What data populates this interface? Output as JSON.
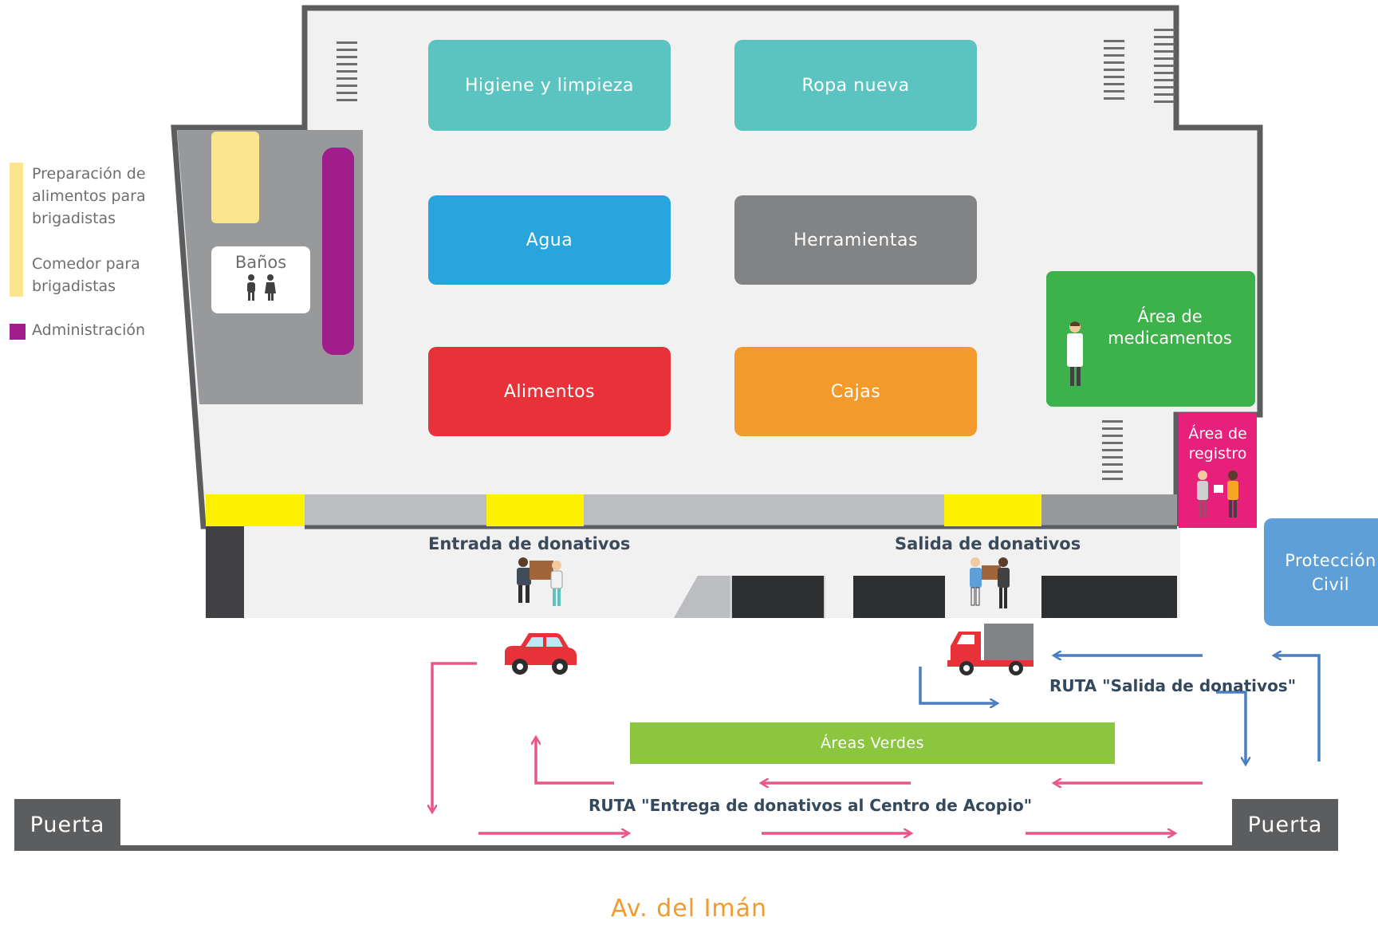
{
  "legend": {
    "items": [
      {
        "label": "Preparación de alimentos para brigadistas",
        "color": "#fbe68f"
      },
      {
        "label": "Comedor para brigadistas",
        "color": "#fbe68f"
      },
      {
        "label": "Administración",
        "color": "#a11d8c"
      }
    ]
  },
  "zones": {
    "higiene": {
      "label": "Higiene y limpieza",
      "color": "#5bc4c1"
    },
    "ropa": {
      "label": "Ropa nueva",
      "color": "#5bc4c1"
    },
    "agua": {
      "label": "Agua",
      "color": "#27a5dc"
    },
    "herramientas": {
      "label": "Herramientas",
      "color": "#828385"
    },
    "alimentos": {
      "label": "Alimentos",
      "color": "#e8323a"
    },
    "cajas": {
      "label": "Cajas",
      "color": "#f39a2c"
    },
    "medicamentos": {
      "label": "Área de medicamentos",
      "color": "#3db24a"
    },
    "registro": {
      "label": "Área de registro",
      "color": "#e7217b"
    },
    "proteccion": {
      "label": "Protección Civil",
      "color": "#5d9fd6"
    },
    "banos": {
      "label": "Baños"
    },
    "verdes": {
      "label": "Áreas Verdes",
      "color": "#8cc63f"
    }
  },
  "captions": {
    "entrada": "Entrada de donativos",
    "salida": "Salida de donativos"
  },
  "routes": {
    "salida": {
      "label": "RUTA \"Salida de donativos\"",
      "color": "#4a7fc1"
    },
    "entrega": {
      "label": "RUTA \"Entrega de donativos al Centro de Acopio\"",
      "color": "#e9578a"
    }
  },
  "gates": {
    "left": "Puerta",
    "right": "Puerta"
  },
  "street": {
    "label": "Av. del Imán",
    "color": "#f39a2c"
  },
  "icons": [
    "restroom-icon",
    "doctor-icon",
    "people-registration-icon",
    "people-carrying-box-icon",
    "people-delivery-icon",
    "car-icon",
    "truck-icon"
  ]
}
